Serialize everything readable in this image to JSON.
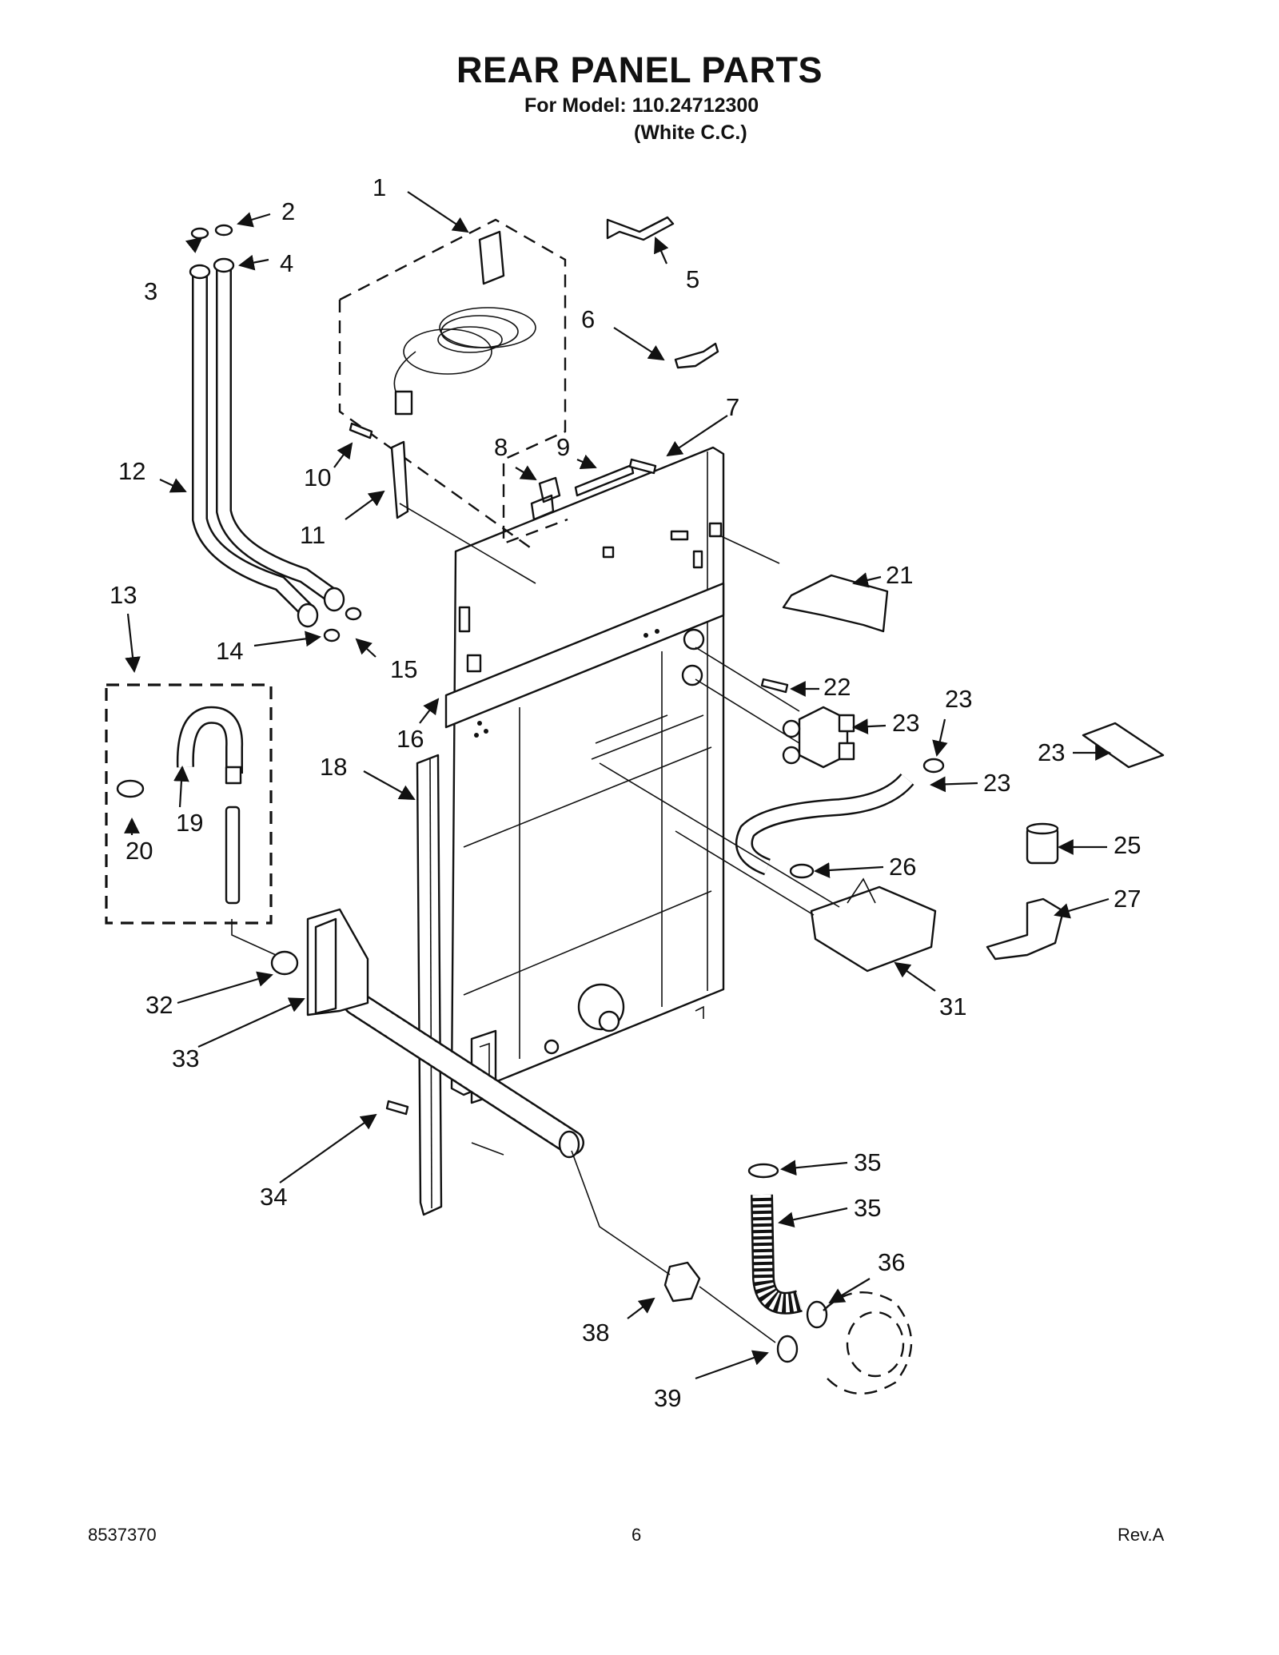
{
  "page": {
    "title": "REAR PANEL PARTS",
    "model_line": "For Model: 110.24712300",
    "model_color": "(White C.C.)",
    "footer_left": "8537370",
    "footer_page": "6",
    "footer_right": "Rev.A"
  },
  "callouts": [
    "1",
    "2",
    "3",
    "4",
    "5",
    "6",
    "7",
    "8",
    "9",
    "10",
    "11",
    "12",
    "13",
    "14",
    "15",
    "16",
    "18",
    "19",
    "20",
    "21",
    "22",
    "23",
    "23",
    "23",
    "23",
    "25",
    "26",
    "27",
    "31",
    "32",
    "33",
    "34",
    "35",
    "35",
    "36",
    "38",
    "39"
  ]
}
